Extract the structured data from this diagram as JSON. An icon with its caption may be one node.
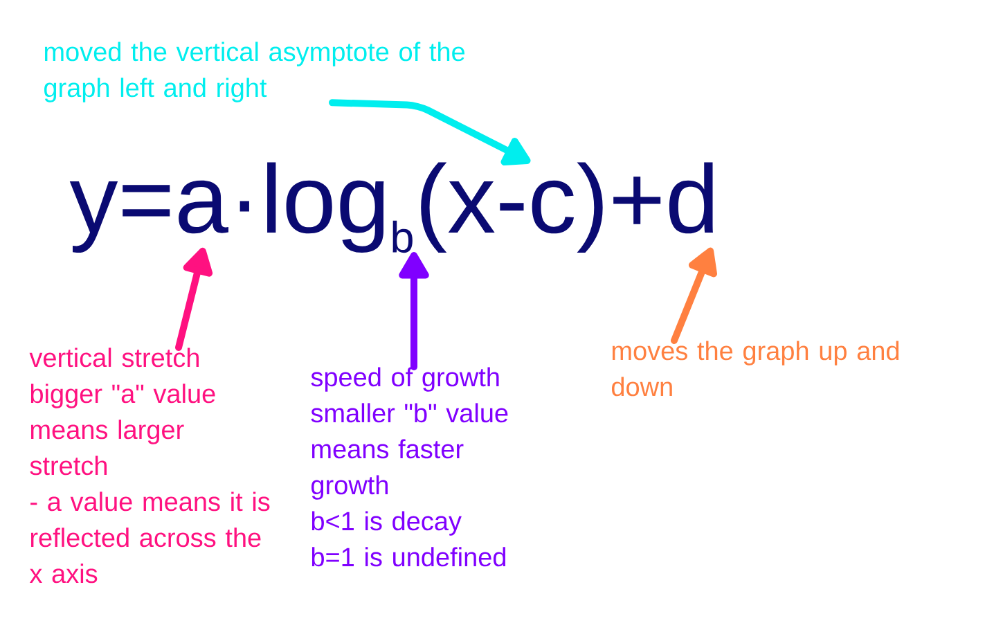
{
  "diagram": {
    "nodes": [
      {
        "text": [
          "moved the vertical asymptote of the graph left and right"
        ]
      },
      {
        "text": [
          "y=a·log$_{b}$(x-c)+d"
        ]
      },
      {
        "text": [
          "vertical stretch",
          "bigger \"a\" value means larger stretch",
          "- a value means it is reflected across the x axis"
        ]
      },
      {
        "text": [
          "speed of growth",
          "smaller \"b\" value means faster growth",
          "b<1 is decay",
          "b=1 is undefined"
        ]
      },
      {
        "text": [
          "moves the graph up and down"
        ]
      }
    ],
    "edges": [
      {
        "from": 0,
        "to": 1,
        "arrow": "to",
        "color": "#00eeee"
      },
      {
        "from": 2,
        "to": 1,
        "arrow": "to",
        "color": "#ff1180"
      },
      {
        "from": 3,
        "to": 1,
        "arrow": "to",
        "color": "#8000ff"
      },
      {
        "from": 4,
        "to": 1,
        "arrow": "to",
        "color": "#ff8040"
      }
    ]
  }
}
